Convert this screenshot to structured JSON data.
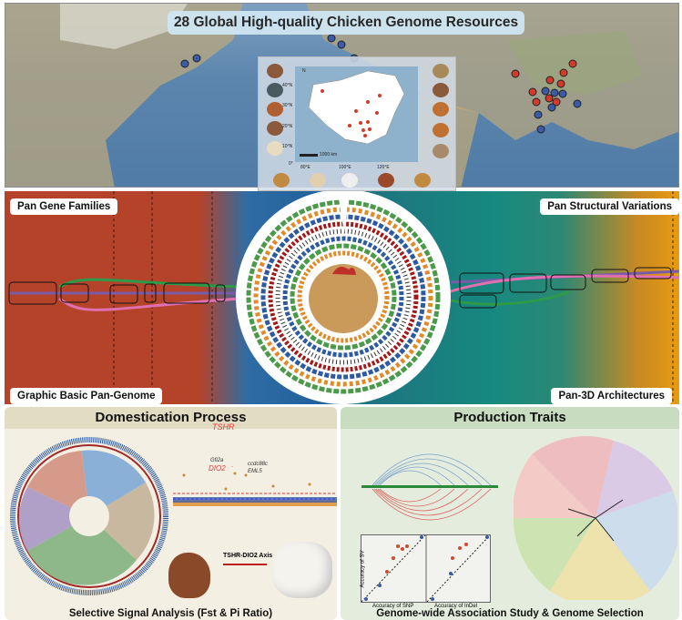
{
  "map": {
    "title": "28 Global High-quality Chicken Genome Resources",
    "inset": {
      "north_label": "N",
      "lat_ticks": [
        "40°N",
        "30°N",
        "20°N",
        "10°N",
        "0°"
      ],
      "lon_ticks": [
        "80°E",
        "100°E",
        "120°E"
      ],
      "scale_label": "1000 km"
    }
  },
  "pangenome": {
    "top_left": "Pan Gene Families",
    "top_right": "Pan Structural Variations",
    "bottom_left": "Graphic Basic Pan-Genome",
    "bottom_right": "Pan-3D Architectures"
  },
  "domestication": {
    "header": "Domestication Process",
    "genes": {
      "tshr": "TSHR",
      "dio2": "DIO2",
      "g1": "Gfi2a",
      "g2": "ccdc88c",
      "eml": "EML5"
    },
    "arrow_label": "TSHR-DIO2 Axis",
    "footer": "Selective Signal Analysis (Fst & Pi Ratio)"
  },
  "production": {
    "header": "Production Traits",
    "y_label": "Accuracy of SV",
    "x_label_1": "Accuracy of SNP",
    "x_label_2": "Accuracy of InDel",
    "footer": "Genome-wide Association Study & Genome Selection"
  },
  "colors": {
    "red": "#d33a2c",
    "blue": "#3b5ba8",
    "teal": "#17897f",
    "orange": "#e89a12"
  }
}
